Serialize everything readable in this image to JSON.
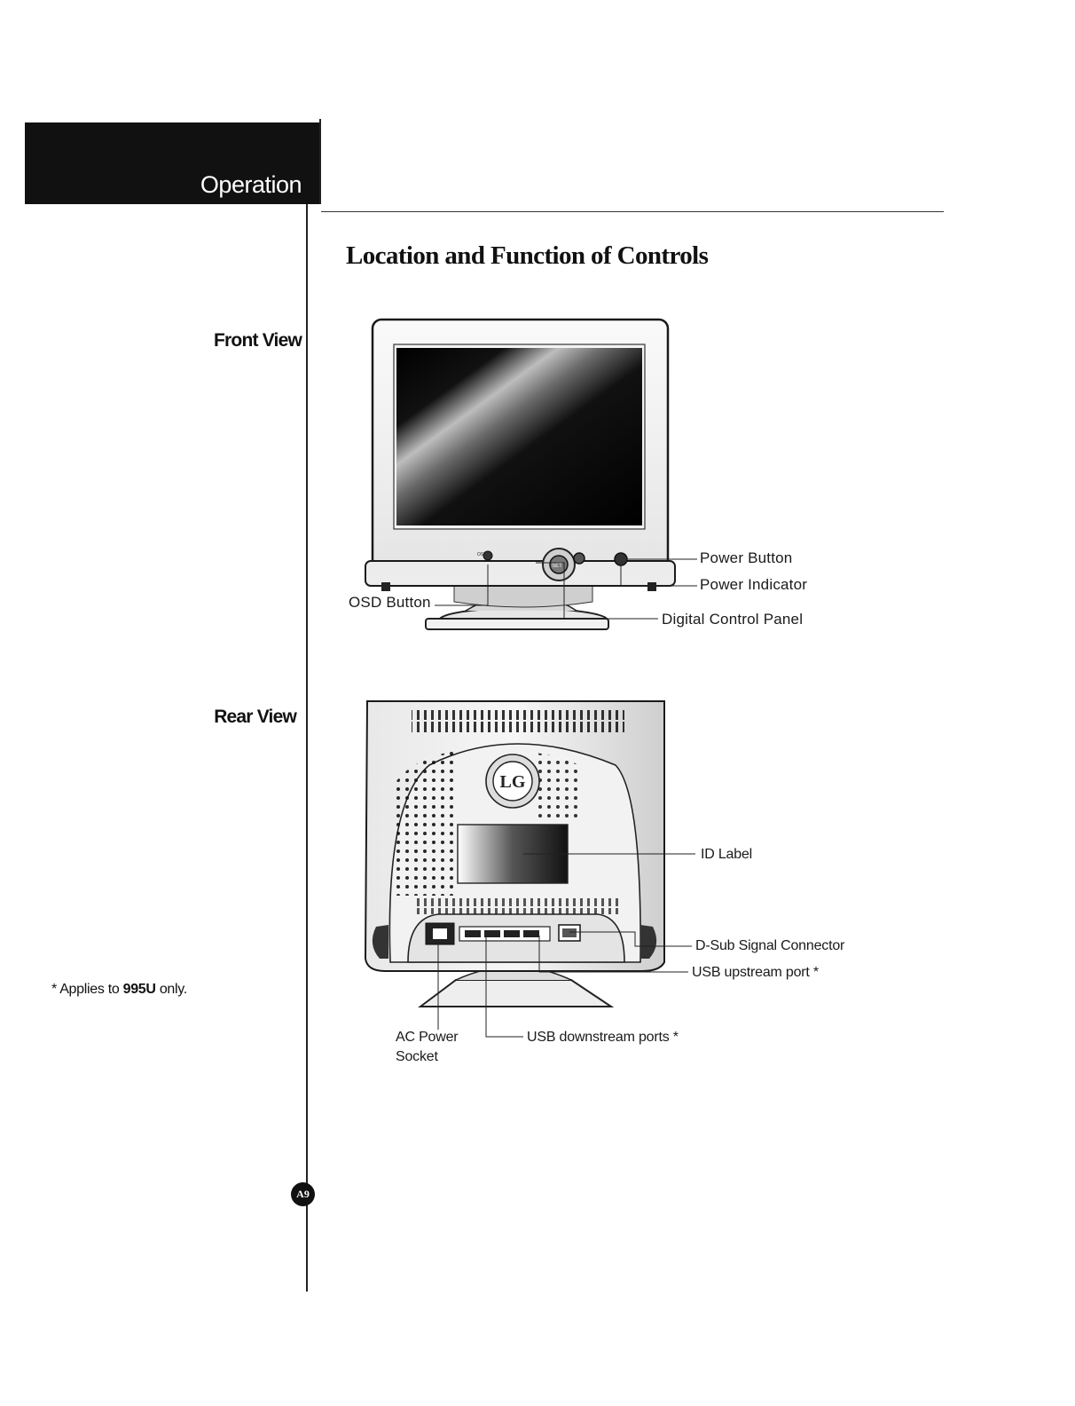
{
  "header": {
    "section_tab": "Operation",
    "page_title": "Location and Function of Controls"
  },
  "sidebar": {
    "front_view_label": "Front View",
    "rear_view_label": "Rear View",
    "footnote": {
      "prefix": "* Applies to ",
      "model": "995U",
      "suffix": " only."
    }
  },
  "front_view": {
    "callouts": {
      "power_button": "Power Button",
      "power_indicator": "Power Indicator",
      "osd_button": "OSD Button",
      "digital_control_panel": "Digital Control Panel"
    },
    "osd_mark": "OSD",
    "set_mark": "SET"
  },
  "rear_view": {
    "callouts": {
      "id_label": "ID Label",
      "dsub_connector": "D-Sub Signal Connector",
      "usb_upstream": "USB upstream port *",
      "ac_power_line1": "AC Power",
      "ac_power_line2": "Socket",
      "usb_downstream": "USB downstream ports *"
    },
    "logo_text": "LG"
  },
  "footer": {
    "page_number": "A9"
  }
}
